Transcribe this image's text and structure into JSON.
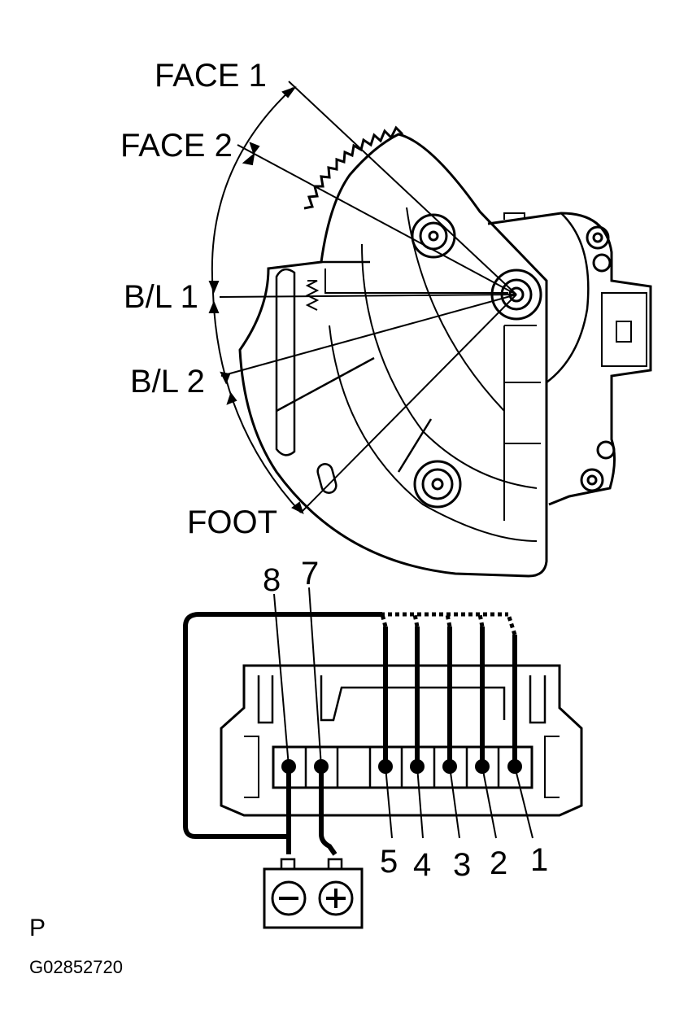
{
  "positions": {
    "face1": "FACE 1",
    "face2": "FACE 2",
    "bl1": "B/L 1",
    "bl2": "B/L 2",
    "foot": "FOOT"
  },
  "pins": {
    "p8": "8",
    "p7": "7",
    "p5": "5",
    "p4": "4",
    "p3": "3",
    "p2": "2",
    "p1": "1"
  },
  "battery": {
    "negative_symbol": "−",
    "positive_symbol": "+"
  },
  "footer": {
    "letter": "P",
    "code": "G02852720"
  }
}
